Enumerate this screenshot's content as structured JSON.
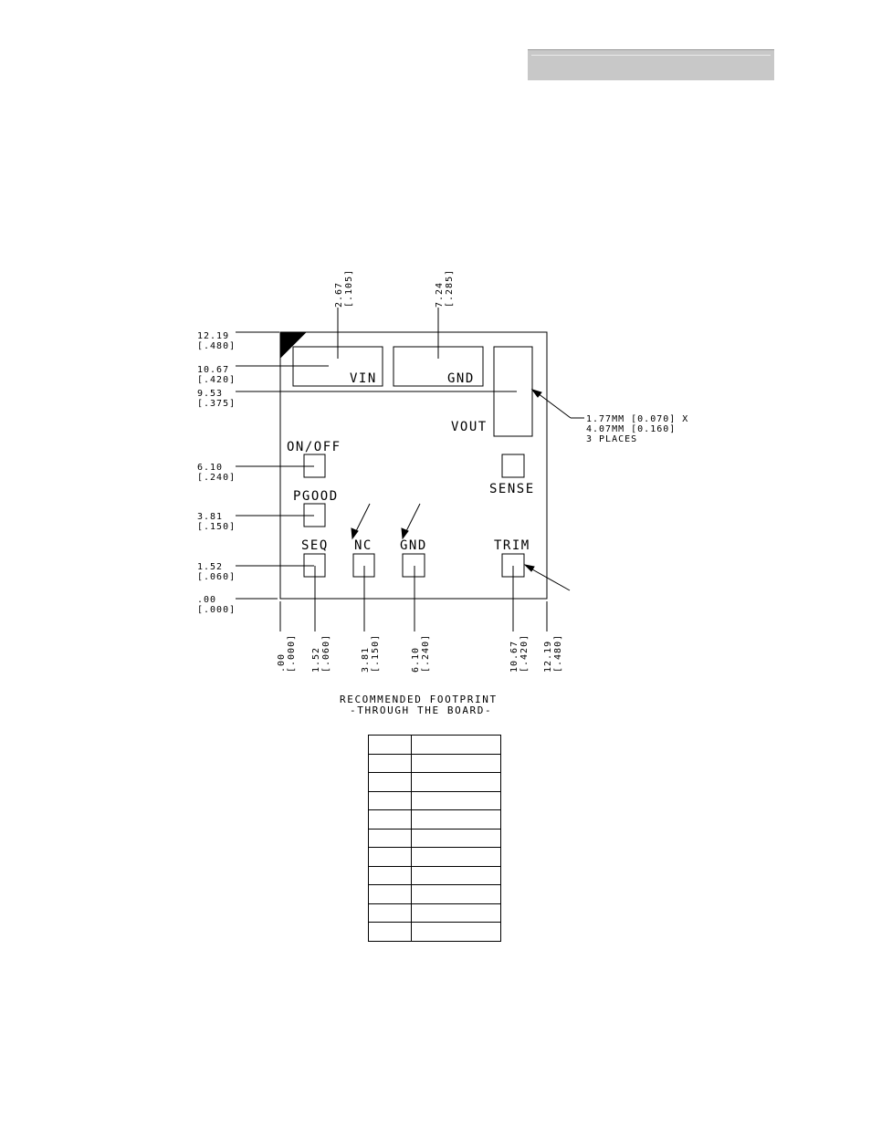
{
  "pins": {
    "vin": "VIN",
    "gnd_top": "GND",
    "vout": "VOUT",
    "on_off": "ON/OFF",
    "pgood": "PGOOD",
    "sense": "SENSE",
    "seq": "SEQ",
    "nc": "NC",
    "gnd_bottom": "GND",
    "trim": "TRIM"
  },
  "left_dims": [
    {
      "mm": "12.19",
      "in": "[.480]"
    },
    {
      "mm": "10.67",
      "in": "[.420]"
    },
    {
      "mm": "9.53",
      "in": "[.375]"
    },
    {
      "mm": "6.10",
      "in": "[.240]"
    },
    {
      "mm": "3.81",
      "in": "[.150]"
    },
    {
      "mm": "1.52",
      "in": "[.060]"
    },
    {
      "mm": ".00",
      "in": "[.000]"
    }
  ],
  "top_dims": [
    {
      "mm": "2.67",
      "in": "[.105]"
    },
    {
      "mm": "7.24",
      "in": "[.285]"
    }
  ],
  "bottom_dims": [
    {
      "mm": ".00",
      "in": "[.000]"
    },
    {
      "mm": "1.52",
      "in": "[.060]"
    },
    {
      "mm": "3.81",
      "in": "[.150]"
    },
    {
      "mm": "6.10",
      "in": "[.240]"
    },
    {
      "mm": "10.67",
      "in": "[.420]"
    },
    {
      "mm": "12.19",
      "in": "[.480]"
    }
  ],
  "callout": {
    "line1": "1.77MM [0.070] X",
    "line2": "4.07MM [0.160]",
    "line3": "3 PLACES"
  },
  "caption": {
    "line1": "RECOMMENDED FOOTPRINT",
    "line2": "-THROUGH THE BOARD-"
  },
  "table": {
    "rows": 11,
    "cols": 2
  }
}
